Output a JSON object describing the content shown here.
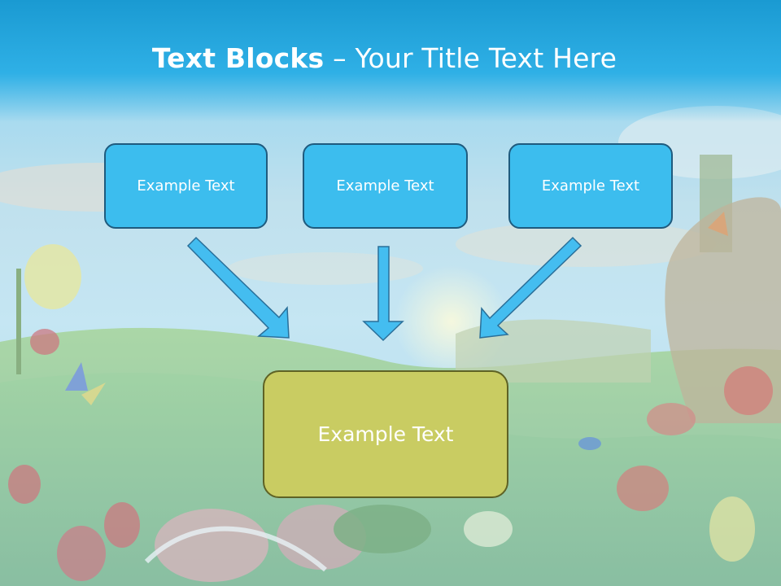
{
  "slide": {
    "title_bold": "Text Blocks",
    "title_separator": " – ",
    "title_rest": "Your Title Text Here",
    "boxes": [
      {
        "label": "Example Text"
      },
      {
        "label": "Example Text"
      },
      {
        "label": "Example Text"
      }
    ],
    "main_box": {
      "label": "Example Text"
    }
  },
  "colors": {
    "title_bar": "#1a9ad2",
    "box_fill": "#3cbdee",
    "box_border": "#1f5b7e",
    "main_fill": "#c9cc62",
    "main_border": "#5e6225",
    "arrow_fill": "#44bdf0",
    "arrow_stroke": "#2a6f99"
  }
}
